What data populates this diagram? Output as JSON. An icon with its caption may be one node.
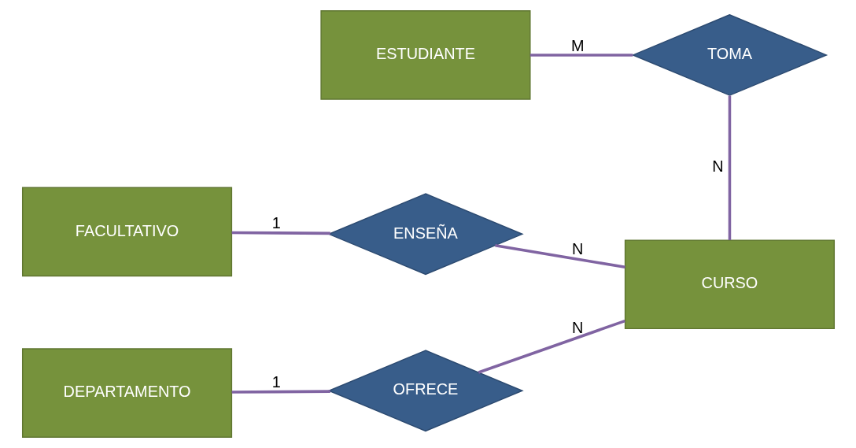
{
  "diagram": {
    "nodes": [
      {
        "text": [
          "FACULTATIVO"
        ]
      },
      {
        "text": [
          "ESTUDIANTE"
        ]
      },
      {
        "text": [
          "ENSEÑA"
        ]
      },
      {
        "text": [
          "TOMA"
        ]
      },
      {
        "text": [
          "DEPARTAMENTO"
        ]
      },
      {
        "text": [
          "OFRECE"
        ]
      },
      {
        "text": [
          "CURSO"
        ]
      }
    ],
    "edges": [
      {
        "from": 0,
        "to": 2,
        "arrow": "none",
        "label": "1"
      },
      {
        "from": 2,
        "to": 6,
        "arrow": "none",
        "label": "N"
      },
      {
        "from": 1,
        "to": 3,
        "arrow": "none",
        "label": "M"
      },
      {
        "from": 3,
        "to": 6,
        "arrow": "none",
        "label": "N"
      },
      {
        "from": 4,
        "to": 5,
        "arrow": "none",
        "label": "1"
      },
      {
        "from": 5,
        "to": 6,
        "arrow": "none",
        "label": "N"
      }
    ]
  }
}
